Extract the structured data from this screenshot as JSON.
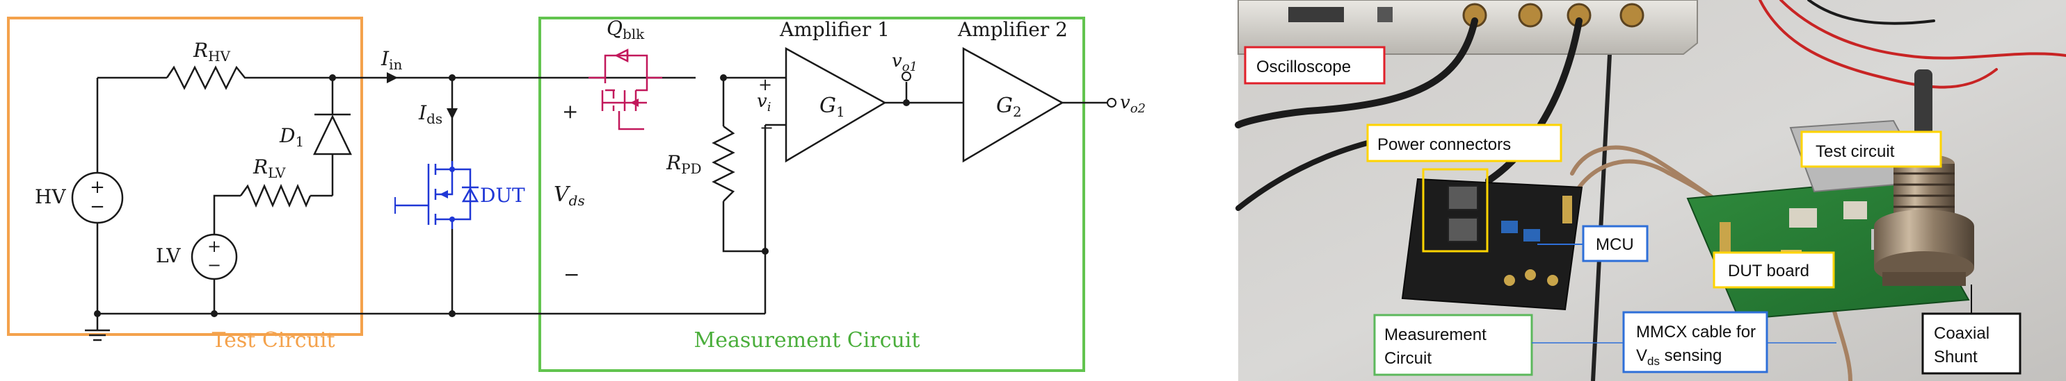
{
  "schematic": {
    "test_circuit_label": "Test Circuit",
    "measurement_circuit_label": "Measurement Circuit",
    "hv_label": "HV",
    "lv_label": "LV",
    "r_hv": "R",
    "r_hv_sub": "HV",
    "r_lv": "R",
    "r_lv_sub": "LV",
    "d1": "D",
    "d1_sub": "1",
    "i_in": "I",
    "i_in_sub": "in",
    "i_ds": "I",
    "i_ds_sub": "ds",
    "dut_label": "DUT",
    "q_blk": "Q",
    "q_blk_sub": "blk",
    "v_ds": "V",
    "v_ds_sub": "ds",
    "plus": "+",
    "minus": "−",
    "r_pd": "R",
    "r_pd_sub": "PD",
    "v_i": "v",
    "v_i_sub": "i",
    "amp1_title": "Amplifier 1",
    "amp2_title": "Amplifier 2",
    "g1": "G",
    "g1_sub": "1",
    "g2": "G",
    "g2_sub": "2",
    "vo1": "v",
    "vo1_sub": "o1",
    "vo2": "v",
    "vo2_sub": "o2",
    "colors": {
      "test_box": "#f4a24c",
      "measure_box": "#62c44f",
      "dut": "#1f37d6",
      "qblk": "#c2185b",
      "wire": "#1a1a1a"
    }
  },
  "photo": {
    "oscilloscope": "Oscilloscope",
    "power_connectors": "Power connectors",
    "test_circuit": "Test circuit",
    "mcu": "MCU",
    "dut_board": "DUT board",
    "measurement_circuit_line1": "Measurement",
    "measurement_circuit_line2": "Circuit",
    "mmcx_line1": "MMCX cable for",
    "mmcx_line2_main": "V",
    "mmcx_line2_sub": "ds",
    "mmcx_line2_rest": " sensing",
    "coaxial_line1": "Coaxial",
    "coaxial_line2": "Shunt",
    "colors": {
      "oscilloscope_border": "#e0202a",
      "yellow_border": "#ffd400",
      "blue_border": "#2e6fd8",
      "green_border": "#5cb85c",
      "black_border": "#111111"
    }
  }
}
